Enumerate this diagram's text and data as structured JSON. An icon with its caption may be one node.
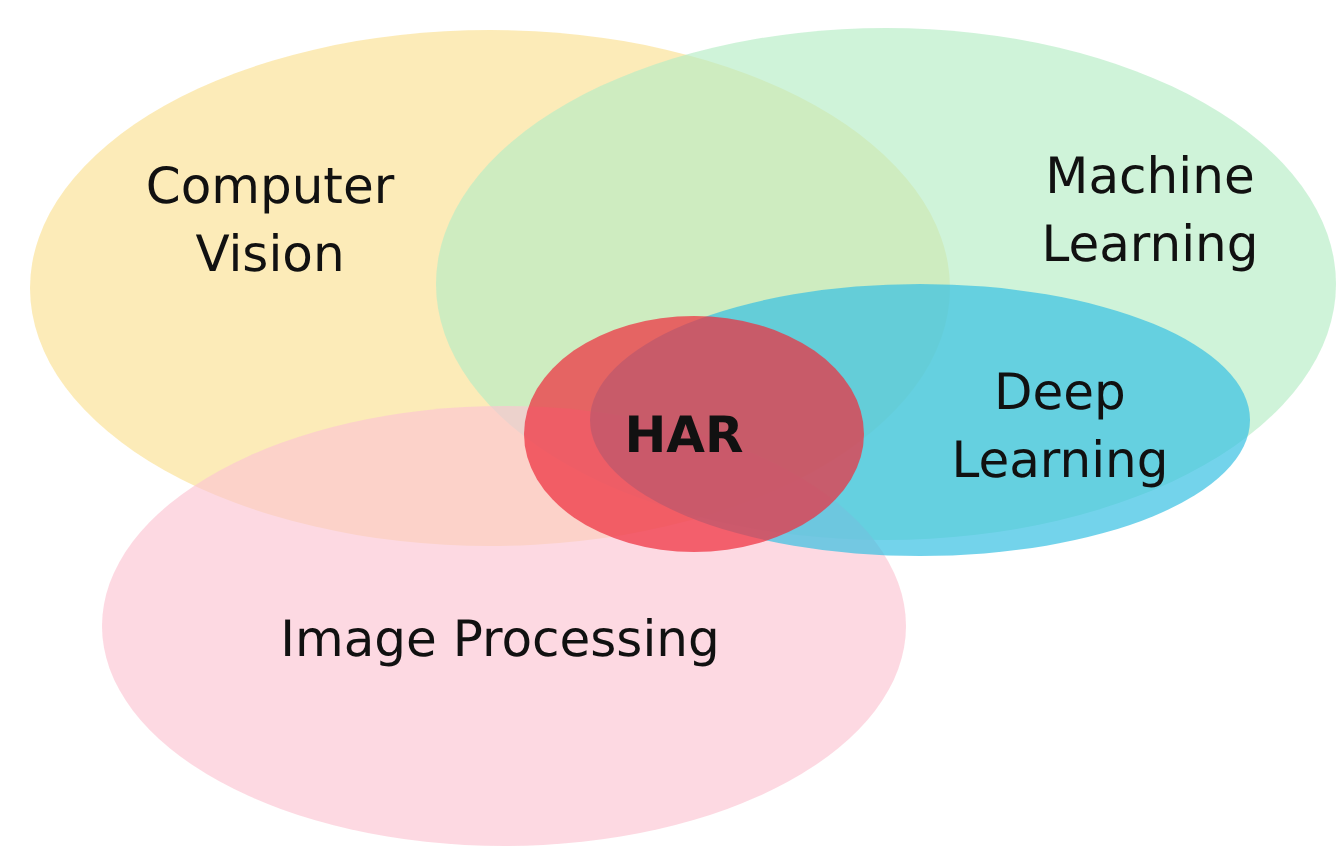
{
  "diagram": {
    "nodes": [
      {
        "text": [
          "Computer Vision"
        ]
      },
      {
        "text": [
          "Machine Learning"
        ]
      },
      {
        "text": [
          "Deep Learning"
        ]
      },
      {
        "text": [
          "HAR"
        ]
      },
      {
        "text": [
          "Image Processing"
        ]
      }
    ]
  }
}
